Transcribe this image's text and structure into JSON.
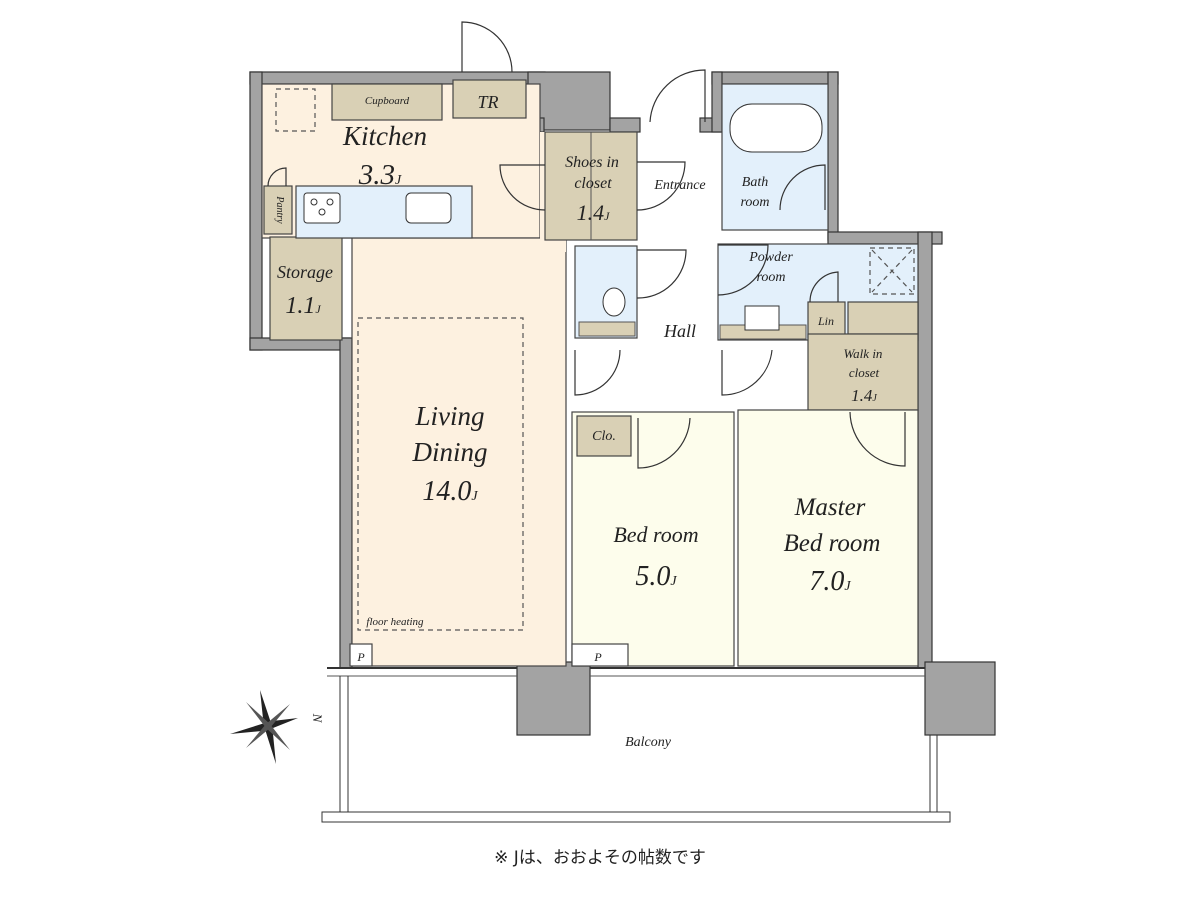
{
  "plan": {
    "rooms": {
      "kitchen": {
        "name": "Kitchen",
        "size": "3.3",
        "unit": "J"
      },
      "living": {
        "name1": "Living",
        "name2": "Dining",
        "size": "14.0",
        "unit": "J"
      },
      "storage": {
        "name": "Storage",
        "size": "1.1",
        "unit": "J"
      },
      "shoes": {
        "name1": "Shoes in",
        "name2": "closet",
        "size": "1.4",
        "unit": "J"
      },
      "bedroom": {
        "name": "Bed room",
        "size": "5.0",
        "unit": "J"
      },
      "master": {
        "name1": "Master",
        "name2": "Bed room",
        "size": "7.0",
        "unit": "J"
      },
      "walkin": {
        "name1": "Walk in",
        "name2": "closet",
        "size": "1.4",
        "unit": "J"
      },
      "bath": {
        "name1": "Bath",
        "name2": "room"
      },
      "powder": {
        "name1": "Powder",
        "name2": "room"
      }
    },
    "labels": {
      "cupboard": "Cupboard",
      "tr": "TR",
      "pantry": "Pantry",
      "entrance": "Entrance",
      "hall": "Hall",
      "lin": "Lin",
      "clo": "Clo.",
      "floor_heating": "floor heating",
      "balcony": "Balcony",
      "p1": "P",
      "p2": "P"
    },
    "compass": {
      "north": "N"
    },
    "colors": {
      "wall": "#a3a3a3",
      "living": "#fdf1e0",
      "bedroom": "#fdfdec",
      "storage": "#d9d0b5",
      "wet": "#e3f0fb"
    }
  },
  "footnote": "※ Jは、おおよその帖数です"
}
